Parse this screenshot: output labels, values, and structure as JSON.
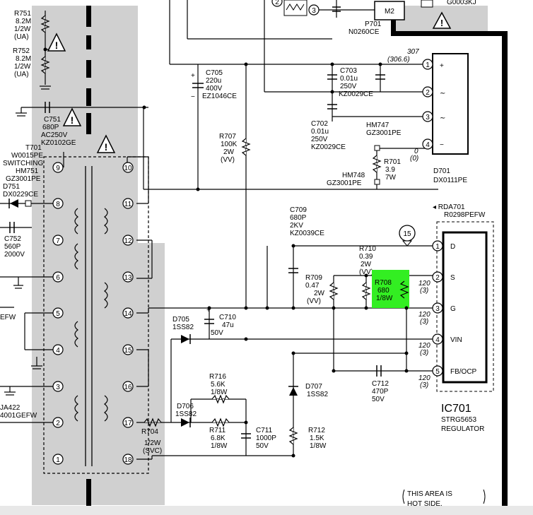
{
  "colors": {
    "hot_area": "#d0d0d0",
    "highlight": "#33ee22",
    "ink": "#000000"
  },
  "r751": [
    "R751",
    "8.2M",
    "1/2W",
    "(UA)"
  ],
  "r752": [
    "R752",
    "8.2M",
    "1/2W",
    "(UA)"
  ],
  "c751": [
    "C751",
    "680P",
    "AC250V",
    "KZ0102GE"
  ],
  "t701": [
    "T701",
    "W0015PE",
    "SWITCHING"
  ],
  "hm751": "HM751",
  "hm751_part": "GZ3001PE",
  "d751": [
    "D751",
    "DX0229CE"
  ],
  "c752": [
    "C752",
    "560P",
    "2000V"
  ],
  "left_partial_1": "EFW",
  "left_partial_2": [
    "JA422",
    "4001GEFW"
  ],
  "t_pins": [
    "9",
    "8",
    "7",
    "6",
    "5",
    "4",
    "3",
    "2",
    "1",
    "10",
    "11",
    "12",
    "13",
    "14",
    "15",
    "16",
    "17",
    "18"
  ],
  "c705": [
    "C705",
    "220u",
    "400V",
    "EZ1046CE"
  ],
  "c705_plus": "+",
  "c705_minus": "−",
  "c703": [
    "C703",
    "0.01u",
    "250V",
    "KZ0029CE"
  ],
  "c702": [
    "C702",
    "0.01u",
    "250V",
    "KZ0029CE"
  ],
  "r707": [
    "R707",
    "100K",
    "2W",
    "(VV)"
  ],
  "hm747": [
    "HM747",
    "GZ3001PE"
  ],
  "hm748": [
    "HM748",
    "GZ3001PE"
  ],
  "r701": [
    "R701",
    "3.9",
    "7W"
  ],
  "p701": [
    "P701",
    "N0260CE"
  ],
  "m2": "M2",
  "top_partial": "G0003KJ",
  "d701_pins": [
    "1",
    "2",
    "3",
    "4"
  ],
  "d701_symbols": [
    "+",
    "∼",
    "∼",
    "−"
  ],
  "d701_ratings": [
    "307",
    "(306.6)",
    "0",
    "(0)"
  ],
  "d701": [
    "D701",
    "DX0111PE"
  ],
  "rda701": [
    "◂ RDA701",
    "R0298PEFW"
  ],
  "c709": [
    "C709",
    "680P",
    "2KV",
    "KZ0039CE"
  ],
  "r710": [
    "R710",
    "0.39",
    "2W",
    "(VV)"
  ],
  "r709": [
    "R709",
    "0.47",
    "2W",
    "(VV)"
  ],
  "r708": [
    "R708",
    "680",
    "1/8W"
  ],
  "c710": [
    "C710",
    "47u",
    "50V"
  ],
  "c710_plus": "+",
  "d705": [
    "D705",
    "1SS82"
  ],
  "r716": [
    "R716",
    "5.6K",
    "1/8W"
  ],
  "d706": [
    "D706",
    "1SS82"
  ],
  "r711": [
    "R711",
    "6.8K",
    "1/8W"
  ],
  "c711": [
    "C711",
    "1000P",
    "50V"
  ],
  "r712": [
    "R712",
    "1.5K",
    "1/8W"
  ],
  "d707": [
    "D707",
    "1SS82"
  ],
  "c712": [
    "C712",
    "470P",
    "50V"
  ],
  "r704": [
    "R704",
    "1/2W",
    "(SVC)"
  ],
  "test_point": "15",
  "ic_pins": [
    "1",
    "2",
    "3",
    "4",
    "5"
  ],
  "ic_pin_names": [
    "D",
    "S",
    "G",
    "VIN",
    "FB/OCP"
  ],
  "ic_voltages": [
    "120",
    "(3)",
    "120",
    "(3)",
    "120",
    "(3)",
    "120",
    "(3)"
  ],
  "ic701": [
    "IC701",
    "STRG5653",
    "REGULATOR"
  ],
  "hot_note": [
    "THIS AREA IS",
    "HOT SIDE."
  ],
  "warning_glyph": "!",
  "relay_pins": [
    "2",
    "3"
  ]
}
